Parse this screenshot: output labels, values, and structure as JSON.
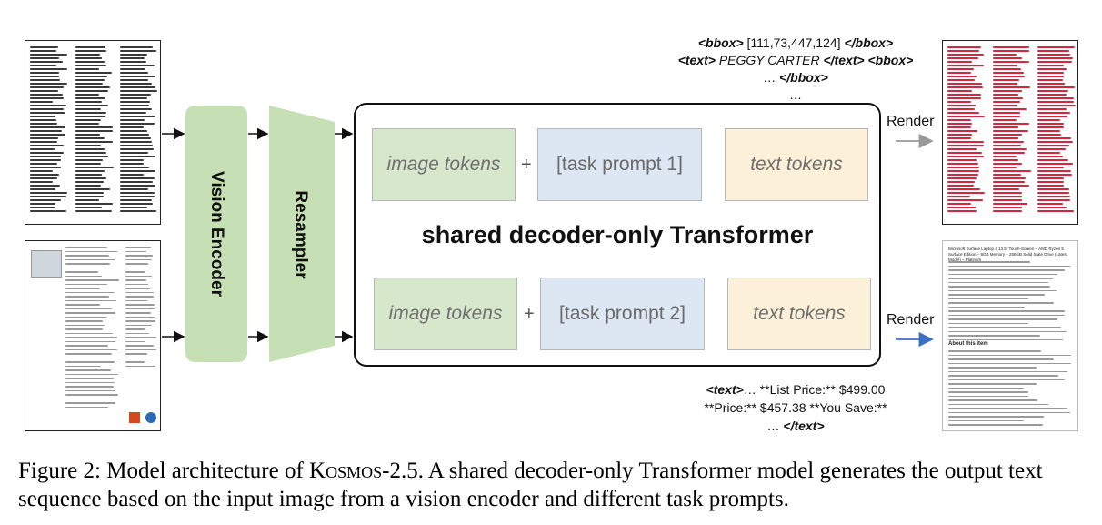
{
  "encoders": {
    "vision_encoder": "Vision Encoder",
    "resampler": "Resampler"
  },
  "transformer": {
    "title": "shared decoder-only Transformer",
    "row1": {
      "image_tokens": "image tokens",
      "plus": "+",
      "task_prompt": "[task prompt 1]",
      "text_tokens": "text tokens"
    },
    "row2": {
      "image_tokens": "image tokens",
      "plus": "+",
      "task_prompt": "[task prompt 2]",
      "text_tokens": "text tokens"
    }
  },
  "output_top": {
    "line1_tag_open": "<bbox>",
    "line1_value": "[111,73,447,124]",
    "line1_tag_close": "</bbox>",
    "line2_tag_open": "<text>",
    "line2_value": "PEGGY CARTER",
    "line2_tag_close": "</text>",
    "line2_tag_next": "<bbox>",
    "line3_prefix": "…",
    "line3_tag": "</bbox>",
    "line4": "…"
  },
  "output_bottom": {
    "line1_tag": "<text>",
    "line1_rest": "… **List Price:** $499.00",
    "line2": "**Price:**  $457.38 **You Save:**",
    "line3_prefix": "…",
    "line3_tag": "</text>"
  },
  "render": {
    "top_label": "Render",
    "bottom_label": "Render",
    "top_arrow_color": "#999999",
    "bottom_arrow_color": "#3b6fc4"
  },
  "thumbnails": {
    "bottom_right_title": "Microsoft Surface Laptop 4 13.5\" Touch-Screen – AMD Ryzen 5 Surface Edition – 8GB Memory – 256GB Solid State Drive (Latest Model) – Platinum",
    "bottom_right_heading": "About this item"
  },
  "caption": {
    "prefix": "Figure 2: Model architecture of ",
    "model": "Kosmos",
    "version": "-2.5",
    "suffix": ". A shared decoder-only Transformer model generates the output text sequence based on the input image from a vision encoder and different task prompts."
  }
}
